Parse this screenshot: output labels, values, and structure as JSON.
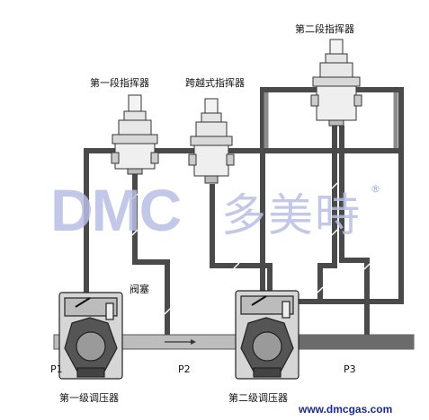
{
  "labels": {
    "stage1_pilot": "第一段指挥器",
    "crossover_pilot": "跨越式指挥器",
    "stage2_pilot": "第二段指挥器",
    "valve_plug": "阀塞",
    "p1": "P1",
    "p2": "P2",
    "p3": "P3",
    "stage1_regulator": "第一级调压器",
    "stage2_regulator": "第二级调压器"
  },
  "watermark": {
    "brand": "DMC",
    "chinese": "多美時",
    "registered": "®",
    "url": "www.dmcgas.com"
  },
  "colors": {
    "pipe": "#4a4a4a",
    "pipe_light": "#8c8c8c",
    "watermark": "#b9bfe4",
    "url": "#1b2a8a"
  }
}
